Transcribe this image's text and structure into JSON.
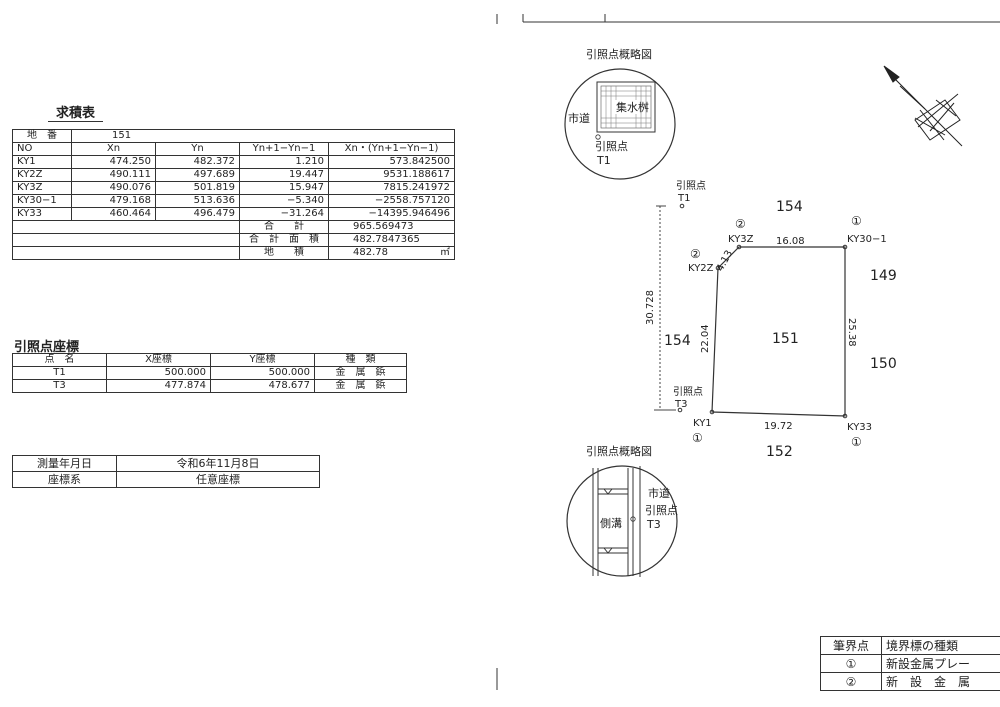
{
  "area_table": {
    "title": "求積表",
    "lot_label": "地　番",
    "lot_value": "151",
    "headers": [
      "NO",
      "Xn",
      "Yn",
      "Yn+1−Yn−1",
      "Xn・(Yn+1−Yn−1)"
    ],
    "rows": [
      [
        "KY1",
        "474.250",
        "482.372",
        "1.210",
        "573.842500"
      ],
      [
        "KY2Z",
        "490.111",
        "497.689",
        "19.447",
        "9531.188617"
      ],
      [
        "KY3Z",
        "490.076",
        "501.819",
        "15.947",
        "7815.241972"
      ],
      [
        "KY30−1",
        "479.168",
        "513.636",
        "−5.340",
        "−2558.757120"
      ],
      [
        "KY33",
        "460.464",
        "496.479",
        "−31.264",
        "−14395.946496"
      ]
    ],
    "total_label": "合　　計",
    "total_value": "965.569473",
    "area_label": "合　計　面　積",
    "area_value": "482.7847365",
    "land_area_label": "地　　積",
    "land_area_value": "482.78",
    "land_area_unit": "㎡"
  },
  "ref_points": {
    "title": "引照点座標",
    "headers": [
      "点　名",
      "X座標",
      "Y座標",
      "種　類"
    ],
    "rows": [
      [
        "T1",
        "500.000",
        "500.000",
        "金　属　鋲"
      ],
      [
        "T3",
        "477.874",
        "478.677",
        "金　属　鋲"
      ]
    ]
  },
  "survey_info": {
    "date_label": "測量年月日",
    "date_value": "令和6年11月8日",
    "coord_label": "座標系",
    "coord_value": "任意座標"
  },
  "sketch_top": {
    "title": "引照点概略図",
    "road": "市道",
    "basin": "集水桝",
    "ref_label": "引照点",
    "ref_id": "T1"
  },
  "sketch_bottom": {
    "title": "引照点概略図",
    "road": "市道",
    "gutter": "側溝",
    "ref_label": "引照点",
    "ref_id": "T3"
  },
  "plan": {
    "lot_main": "151",
    "neighbors": {
      "top": "154",
      "right_upper": "149",
      "right_lower": "150",
      "left": "154",
      "bottom": "152"
    },
    "points": {
      "KY3Z": "KY3Z",
      "KY30": "KY30−1",
      "KY2Z": "KY2Z",
      "KY1": "KY1",
      "KY33": "KY33"
    },
    "marker_1": "①",
    "marker_2": "②",
    "t1_label": "引照点",
    "t1_id": "T1",
    "t3_label": "引照点",
    "t3_id": "T3",
    "dims": {
      "top": "16.08",
      "right": "25.38",
      "bottom": "19.72",
      "left": "22.04",
      "diag": "4.13",
      "ref": "30.728"
    }
  },
  "legend": {
    "col1": "筆界点",
    "col2": "境界標の種類",
    "rows": [
      [
        "①",
        "新設金属プレー"
      ],
      [
        "②",
        "新　設　金　属"
      ]
    ]
  }
}
